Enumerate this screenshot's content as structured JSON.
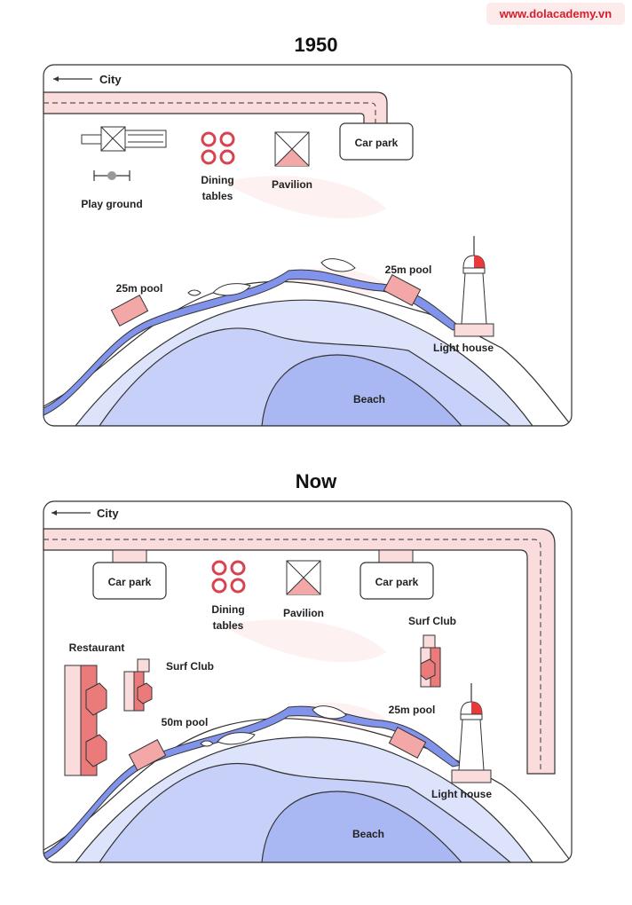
{
  "watermark": "www.dolacademy.vn",
  "maps": {
    "then": {
      "title": "1950",
      "city": "City",
      "play_ground": "Play ground",
      "dining_line1": "Dining",
      "dining_line2": "tables",
      "pavilion": "Pavilion",
      "car_park": "Car park",
      "pool_left": "25m pool",
      "pool_right": "25m pool",
      "light_house": "Light house",
      "beach": "Beach"
    },
    "now": {
      "title": "Now",
      "city": "City",
      "car_park_left": "Car park",
      "car_park_right": "Car park",
      "dining_line1": "Dining",
      "dining_line2": "tables",
      "pavilion": "Pavilion",
      "restaurant": "Restaurant",
      "surf_club_left": "Surf Club",
      "surf_club_right": "Surf Club",
      "pool_left": "50m pool",
      "pool_right": "25m pool",
      "light_house": "Light house",
      "beach": "Beach"
    }
  },
  "colors": {
    "road": "#fadcdc",
    "road_dash": "#555555",
    "sea_light": "#dde3fb",
    "sea_mid": "#c6d0f8",
    "beach": "#a9b7f3",
    "river": "#8193ea",
    "building": "#f4a7a7",
    "building_dark": "#eb7b7b",
    "lighthouse_top": "#e83a3a",
    "outline": "#333333"
  }
}
